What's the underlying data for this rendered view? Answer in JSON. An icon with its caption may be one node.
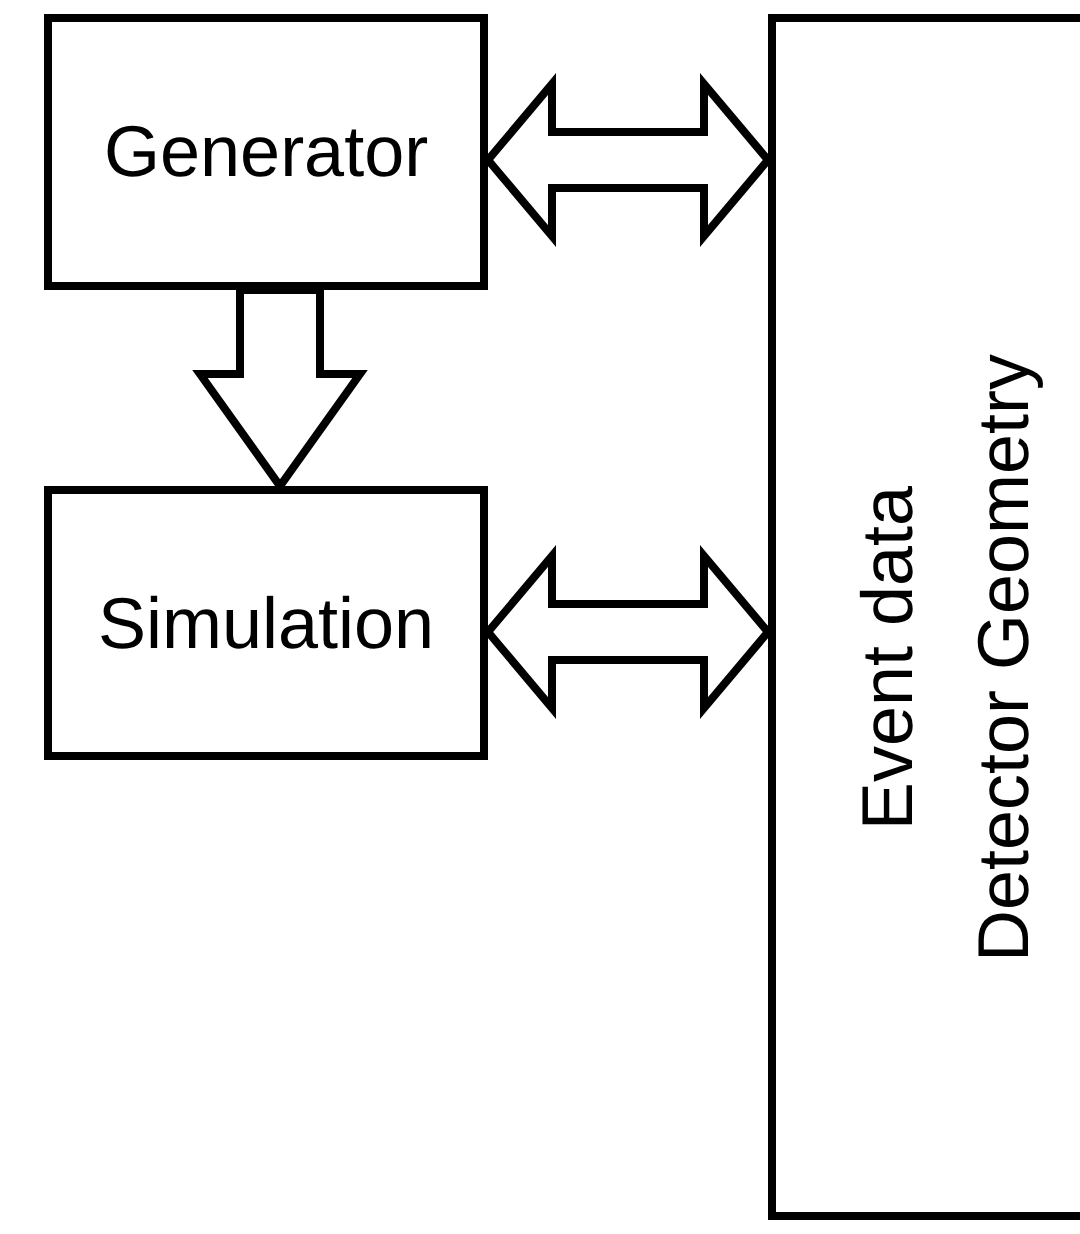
{
  "diagram": {
    "nodes": [
      {
        "text": [
          "Generator"
        ]
      },
      {
        "text": [
          "Simulation"
        ]
      },
      {
        "text": [
          "Event data",
          "Detector Geometry"
        ]
      }
    ],
    "edges": [
      {
        "from": 0,
        "to": 1,
        "arrow": "to"
      },
      {
        "from": 0,
        "to": 2,
        "arrow": "both"
      },
      {
        "from": 1,
        "to": 2,
        "arrow": "both"
      }
    ]
  }
}
